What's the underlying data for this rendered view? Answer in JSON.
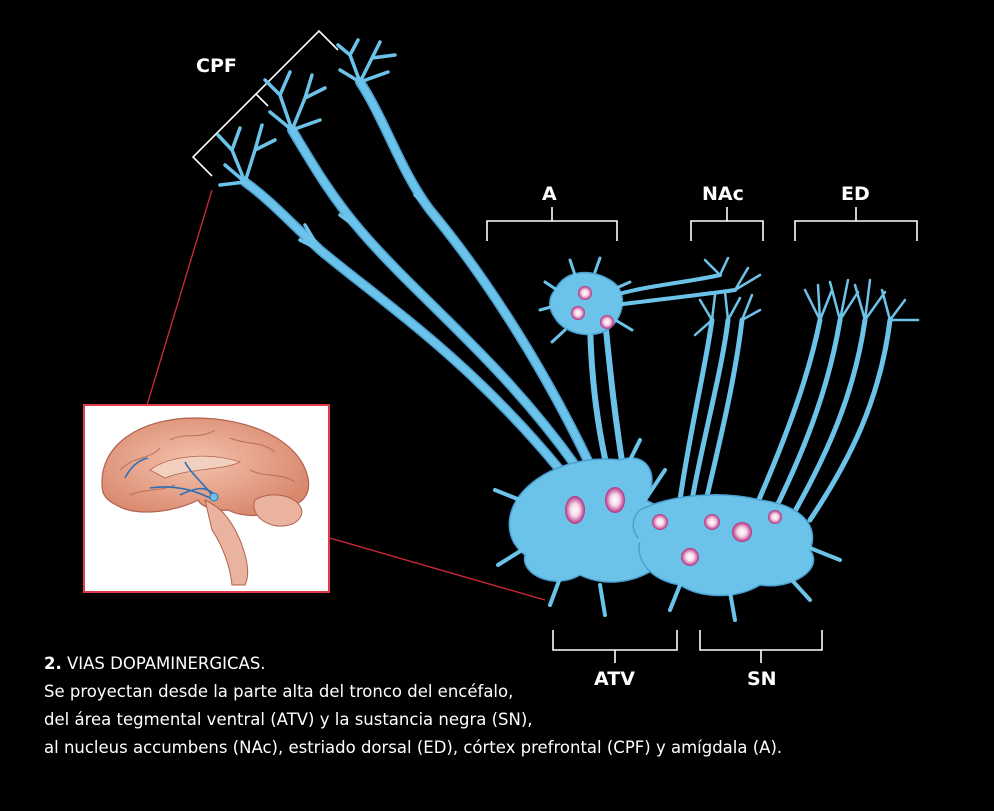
{
  "labels": {
    "cpf": "CPF",
    "a": "A",
    "nac": "NAc",
    "ed": "ED",
    "atv": "ATV",
    "sn": "SN"
  },
  "caption": {
    "number": "2.",
    "title": " VIAS DOPAMINERGICAS.",
    "lines": [
      "Se proyectan desde la parte alta del tronco del encéfalo,",
      "del área tegmental ventral (ATV) y la sustancia negra (SN),",
      "al nucleus accumbens (NAc), estriado dorsal (ED), córtex prefrontal (CPF) y amígdala (A)."
    ]
  },
  "colors": {
    "background": "#000000",
    "neuron": "#6cc3ea",
    "neuron_outline": "#4a9fd0",
    "nucleus": "#c2408a",
    "inset_border": "#e23a4a",
    "pointer_line": "#d12a3a",
    "brain": "#e8a58f",
    "bracket": "#ffffff"
  }
}
